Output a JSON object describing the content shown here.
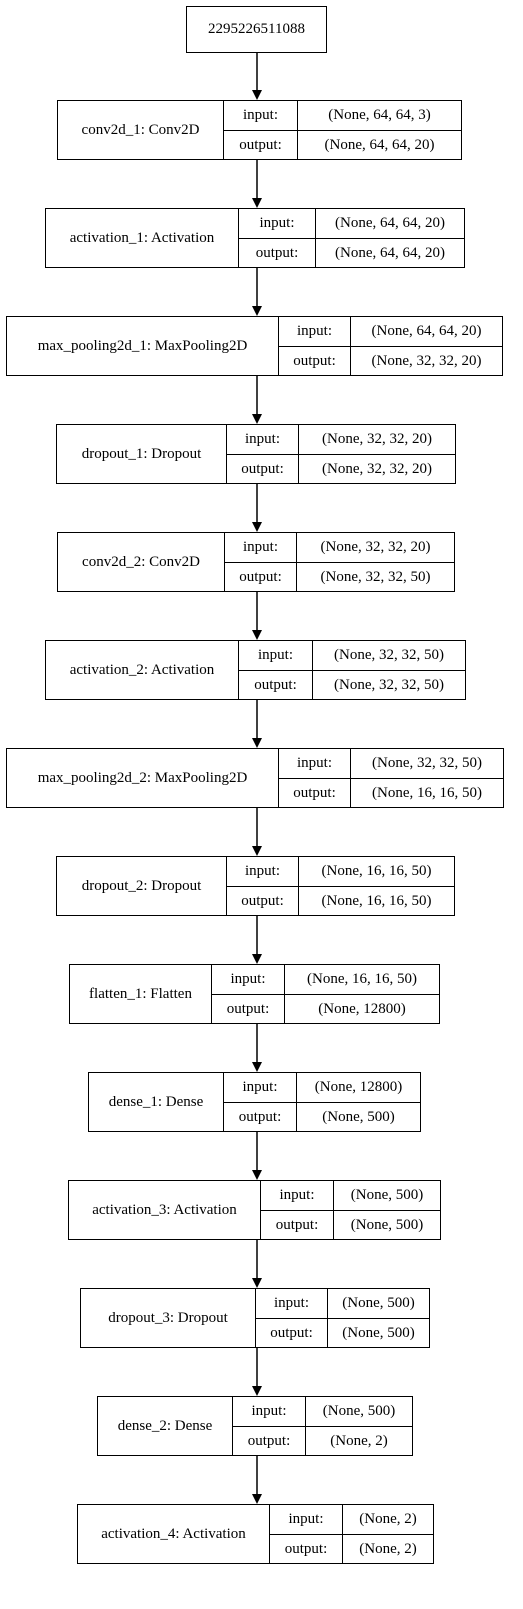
{
  "root_node": "2295226511088",
  "labels": {
    "input": "input:",
    "output": "output:"
  },
  "layers": [
    {
      "name": "conv2d_1: Conv2D",
      "input": "(None, 64, 64, 3)",
      "output": "(None, 64, 64, 20)"
    },
    {
      "name": "activation_1: Activation",
      "input": "(None, 64, 64, 20)",
      "output": "(None, 64, 64, 20)"
    },
    {
      "name": "max_pooling2d_1: MaxPooling2D",
      "input": "(None, 64, 64, 20)",
      "output": "(None, 32, 32, 20)"
    },
    {
      "name": "dropout_1: Dropout",
      "input": "(None, 32, 32, 20)",
      "output": "(None, 32, 32, 20)"
    },
    {
      "name": "conv2d_2: Conv2D",
      "input": "(None, 32, 32, 20)",
      "output": "(None, 32, 32, 50)"
    },
    {
      "name": "activation_2: Activation",
      "input": "(None, 32, 32, 50)",
      "output": "(None, 32, 32, 50)"
    },
    {
      "name": "max_pooling2d_2: MaxPooling2D",
      "input": "(None, 32, 32, 50)",
      "output": "(None, 16, 16, 50)"
    },
    {
      "name": "dropout_2: Dropout",
      "input": "(None, 16, 16, 50)",
      "output": "(None, 16, 16, 50)"
    },
    {
      "name": "flatten_1: Flatten",
      "input": "(None, 16, 16, 50)",
      "output": "(None, 12800)"
    },
    {
      "name": "dense_1: Dense",
      "input": "(None, 12800)",
      "output": "(None, 500)"
    },
    {
      "name": "activation_3: Activation",
      "input": "(None, 500)",
      "output": "(None, 500)"
    },
    {
      "name": "dropout_3: Dropout",
      "input": "(None, 500)",
      "output": "(None, 500)"
    },
    {
      "name": "dense_2: Dense",
      "input": "(None, 500)",
      "output": "(None, 2)"
    },
    {
      "name": "activation_4: Activation",
      "input": "(None, 2)",
      "output": "(None, 2)"
    }
  ]
}
